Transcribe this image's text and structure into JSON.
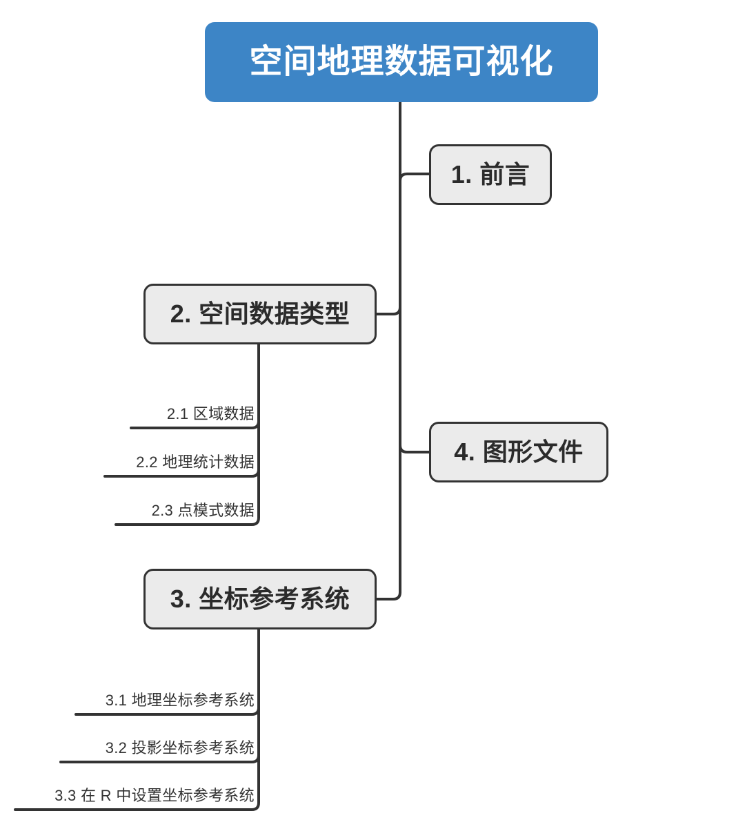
{
  "diagram": {
    "type": "mindmap",
    "title": "空间地理数据可视化",
    "root": {
      "label": "空间地理数据可视化",
      "fill": "#3d85c6",
      "text_color": "#ffffff"
    },
    "branch_style": {
      "fill": "#ebebeb",
      "border": "#333333",
      "text_color": "#2b2b2b"
    },
    "line_color": "#333333",
    "branches": [
      {
        "id": "b1",
        "label": "1. 前言",
        "children": []
      },
      {
        "id": "b2",
        "label": "2. 空间数据类型",
        "children": [
          {
            "label": "2.1 区域数据"
          },
          {
            "label": "2.2 地理统计数据"
          },
          {
            "label": "2.3 点模式数据"
          }
        ]
      },
      {
        "id": "b4",
        "label": "4. 图形文件",
        "children": []
      },
      {
        "id": "b3",
        "label": "3. 坐标参考系统",
        "children": [
          {
            "label": "3.1 地理坐标参考系统"
          },
          {
            "label": "3.2 投影坐标参考系统"
          },
          {
            "label": "3.3 在 R 中设置坐标参考系统"
          }
        ]
      }
    ]
  }
}
